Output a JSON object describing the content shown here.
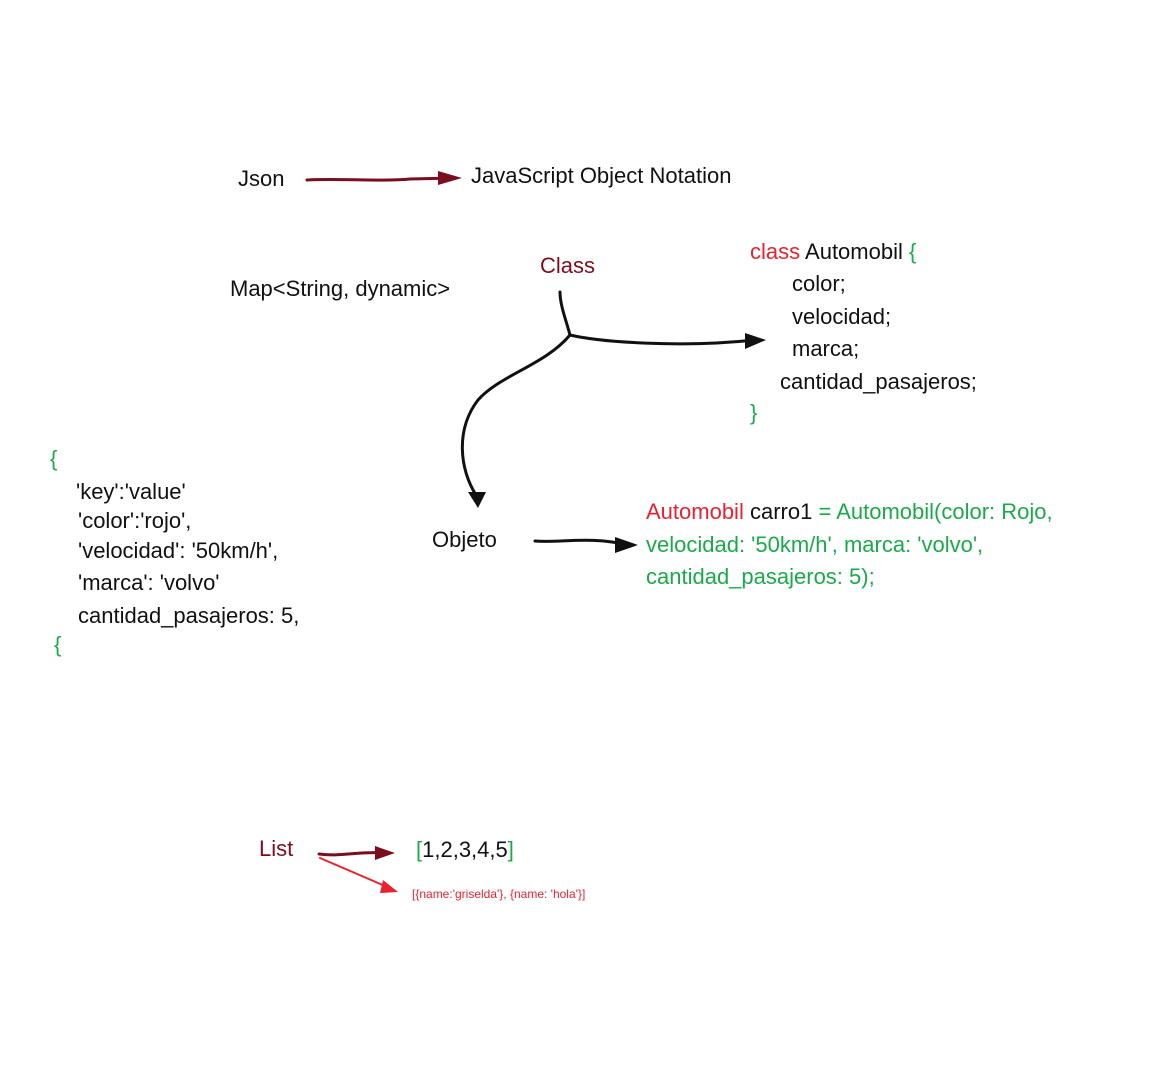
{
  "colors": {
    "keyword_red": "#e8232f",
    "dark_red": "#7a0e1e",
    "green": "#1aaa4a",
    "text": "#111111"
  },
  "json_section": {
    "label": "Json",
    "meaning": "JavaScript Object Notation",
    "map_type": "Map<String, dynamic>"
  },
  "class_section": {
    "label": "Class",
    "code": {
      "keyword": "class",
      "name": "Automobil",
      "open_brace": "{",
      "fields": [
        "color;",
        "velocidad;",
        "marca;",
        "cantidad_pasajeros;"
      ],
      "close_brace": "}"
    }
  },
  "json_object": {
    "open_brace": "{",
    "lines": [
      "'key':'value'",
      "'color':'rojo',",
      "'velocidad': '50km/h',",
      "'marca': 'volvo'",
      "cantidad_pasajeros: 5,"
    ],
    "close_brace": "{"
  },
  "object_section": {
    "label": "Objeto",
    "code": {
      "type": "Automobil",
      "var": "carro1",
      "line1_rest": "= Automobil(color: Rojo,",
      "line2": "velocidad: '50km/h', marca: 'volvo',",
      "line3": "cantidad_pasajeros: 5);"
    }
  },
  "list_section": {
    "label": "List",
    "open_bracket": "[",
    "items": "1,2,3,4,5",
    "close_bracket": "]",
    "map_list": "[{name:'griselda'}, {name: 'hola'}]"
  }
}
